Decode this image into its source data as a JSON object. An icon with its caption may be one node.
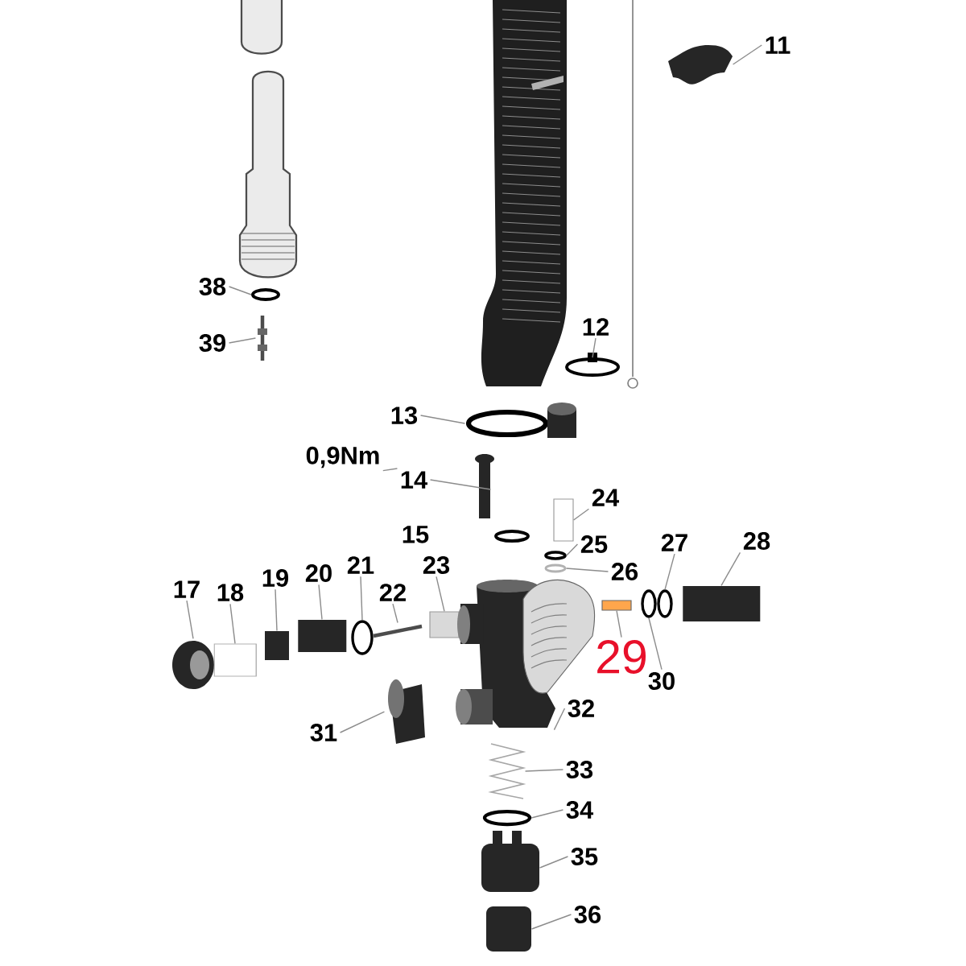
{
  "diagram": {
    "nodes": [
      {
        "text": [
          "11"
        ]
      },
      {
        "text": [
          "38"
        ]
      },
      {
        "text": [
          "12"
        ]
      },
      {
        "text": [
          "39"
        ]
      },
      {
        "text": [
          "13"
        ]
      },
      {
        "text": [
          "0,9Nm"
        ]
      },
      {
        "text": [
          "14"
        ]
      },
      {
        "text": [
          "24"
        ]
      },
      {
        "text": [
          "15"
        ]
      },
      {
        "text": [
          "27"
        ]
      },
      {
        "text": [
          "28"
        ]
      },
      {
        "text": [
          "25"
        ]
      },
      {
        "text": [
          "23"
        ]
      },
      {
        "text": [
          "21"
        ]
      },
      {
        "text": [
          "26"
        ]
      },
      {
        "text": [
          "20"
        ]
      },
      {
        "text": [
          "19"
        ]
      },
      {
        "text": [
          "17"
        ]
      },
      {
        "text": [
          "18"
        ]
      },
      {
        "text": [
          "22"
        ]
      },
      {
        "text": [
          "29"
        ]
      },
      {
        "text": [
          "30"
        ]
      },
      {
        "text": [
          "32"
        ]
      },
      {
        "text": [
          "31"
        ]
      },
      {
        "text": [
          "33"
        ]
      },
      {
        "text": [
          "34"
        ]
      },
      {
        "text": [
          "35"
        ]
      },
      {
        "text": [
          "36"
        ]
      },
      {
        "text": [],
        "shape": "picture"
      },
      {
        "text": [],
        "shape": "ring"
      },
      {
        "text": [],
        "shape": "ring"
      },
      {
        "text": [],
        "shape": "picture"
      },
      {
        "text": [],
        "shape": "picture"
      },
      {
        "text": [],
        "shape": "bar"
      },
      {
        "text": [],
        "shape": "box"
      },
      {
        "text": [],
        "shape": "ring"
      },
      {
        "text": [],
        "shape": "cylinder"
      },
      {
        "text": [],
        "shape": "ring"
      },
      {
        "text": [],
        "shape": "box"
      },
      {
        "text": [],
        "shape": "ring"
      },
      {
        "text": [],
        "shape": "ring"
      },
      {
        "text": [],
        "shape": "cylinder"
      },
      {
        "text": [],
        "shape": "box"
      },
      {
        "text": [],
        "shape": "picture"
      },
      {
        "text": [],
        "shape": "cylinder"
      },
      {
        "text": [],
        "shape": "picture"
      },
      {
        "text": [],
        "shape": "box"
      },
      {
        "text": [],
        "shape": "ring"
      },
      {
        "text": [],
        "shape": "picture"
      },
      {
        "text": [],
        "shape": "picture"
      },
      {
        "text": [],
        "shape": "picture"
      },
      {
        "text": [],
        "shape": "ring"
      },
      {
        "text": [],
        "shape": "box"
      },
      {
        "text": [],
        "shape": "box"
      }
    ],
    "edges": [
      {
        "from": 0,
        "to": 28,
        "arrow": "none"
      },
      {
        "from": 1,
        "to": 29,
        "arrow": "none"
      },
      {
        "from": 2,
        "to": 30,
        "arrow": "none"
      },
      {
        "from": 3,
        "to": 31,
        "arrow": "none"
      },
      {
        "from": 4,
        "to": 32,
        "arrow": "none"
      },
      {
        "from": 5,
        "to": 6,
        "arrow": "none"
      },
      {
        "from": 6,
        "to": 33,
        "arrow": "none"
      },
      {
        "from": 7,
        "to": 34,
        "arrow": "none"
      },
      {
        "from": 9,
        "to": 35,
        "arrow": "none"
      },
      {
        "from": 10,
        "to": 36,
        "arrow": "none"
      },
      {
        "from": 11,
        "to": 37,
        "arrow": "none"
      },
      {
        "from": 12,
        "to": 38,
        "arrow": "none"
      },
      {
        "from": 13,
        "to": 39,
        "arrow": "none"
      },
      {
        "from": 14,
        "to": 40,
        "arrow": "none"
      },
      {
        "from": 15,
        "to": 41,
        "arrow": "none"
      },
      {
        "from": 16,
        "to": 42,
        "arrow": "none"
      },
      {
        "from": 17,
        "to": 43,
        "arrow": "none"
      },
      {
        "from": 18,
        "to": 44,
        "arrow": "none"
      },
      {
        "from": 19,
        "to": 45,
        "arrow": "none"
      },
      {
        "from": 20,
        "to": 46,
        "arrow": "none"
      },
      {
        "from": 21,
        "to": 47,
        "arrow": "none"
      },
      {
        "from": 22,
        "to": 48,
        "arrow": "none"
      },
      {
        "from": 23,
        "to": 49,
        "arrow": "none"
      },
      {
        "from": 24,
        "to": 50,
        "arrow": "none"
      },
      {
        "from": 25,
        "to": 51,
        "arrow": "none"
      },
      {
        "from": 26,
        "to": 52,
        "arrow": "none"
      },
      {
        "from": 27,
        "to": 53,
        "arrow": "none"
      }
    ]
  }
}
